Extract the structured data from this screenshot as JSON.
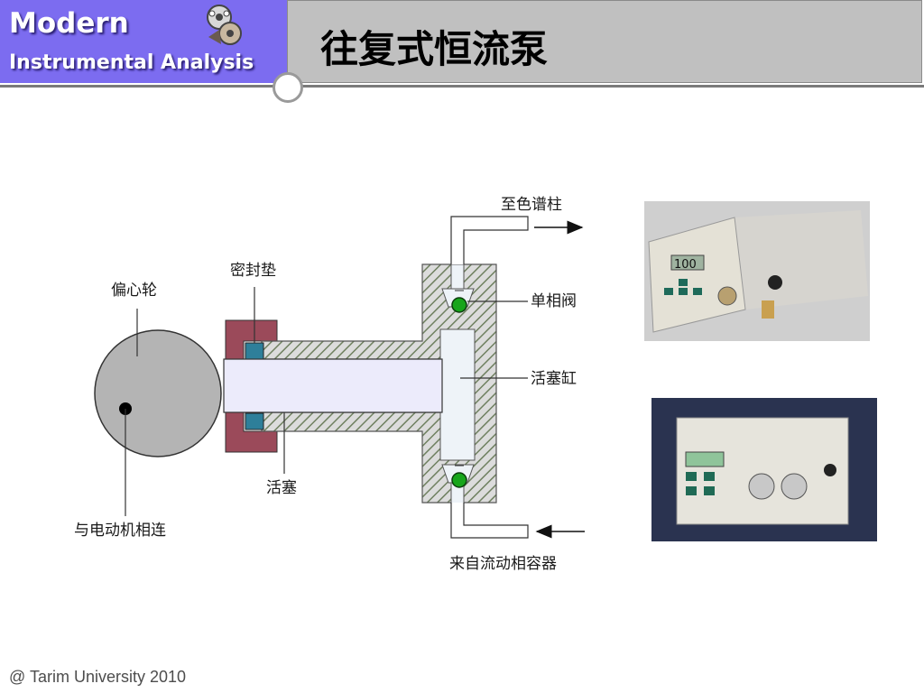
{
  "header": {
    "brand_line1": "Modern",
    "brand_line2": "Instrumental Analysis",
    "title": "往复式恒流泵",
    "accent_color": "#7c6cf0",
    "title_bar_color": "#c0c0c0"
  },
  "diagram": {
    "labels": {
      "cam": "偏心轮",
      "seal": "密封垫",
      "to_column": "至色谱柱",
      "check_valve": "单相阀",
      "cylinder": "活塞缸",
      "piston": "活塞",
      "motor": "与电动机相连",
      "from_reservoir": "来自流动相容器"
    }
  },
  "photo1": {
    "display": "100"
  },
  "footer": "@ Tarim University 2010"
}
